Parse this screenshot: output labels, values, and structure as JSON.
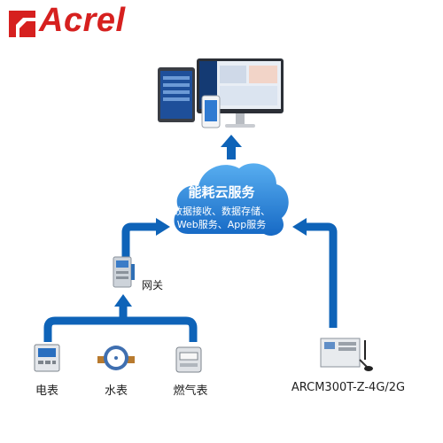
{
  "brand": {
    "name": "Acrel",
    "color": "#d6201f"
  },
  "cloud": {
    "title": "能耗云服务",
    "line1": "数据接收、数据存储、",
    "line2": "Web服务、App服务",
    "color": "#1f7fd6"
  },
  "gateway": {
    "label": "网关"
  },
  "meters": [
    {
      "label": "电表",
      "icon": "electric-meter-icon"
    },
    {
      "label": "水表",
      "icon": "water-meter-icon"
    },
    {
      "label": "燃气表",
      "icon": "gas-meter-icon"
    }
  ],
  "device": {
    "label": "ARCM300T-Z-4G/2G",
    "icon": "arcm-device-icon"
  },
  "arrow_color": "#0e63b8"
}
